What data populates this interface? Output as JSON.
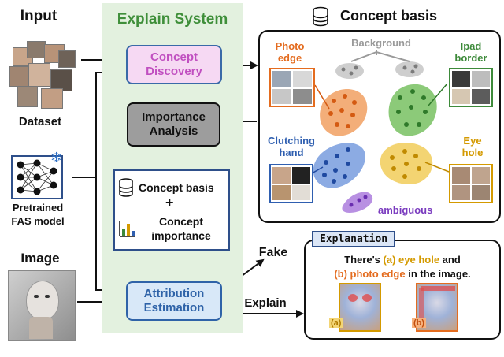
{
  "left": {
    "input_label": "Input",
    "dataset_label": "Dataset",
    "model_label_line1": "Pretrained",
    "model_label_line2": "FAS model",
    "image_label": "Image",
    "snowflake_glyph": "❄"
  },
  "system": {
    "title": "Explain System",
    "concept_discovery": "Concept\nDiscovery",
    "importance_analysis": "Importance\nAnalysis",
    "concept_basis_item": "Concept basis",
    "plus": "+",
    "concept_importance": "Concept\nimportance",
    "attribution_estimation": "Attribution\nEstimation"
  },
  "basis": {
    "title": "Concept basis",
    "photo_edge": "Photo\nedge",
    "background": "Background",
    "ipad_border": "Ipad\nborder",
    "clutching_hand": "Clutching\nhand",
    "eye_hole": "Eye\nhole",
    "ambiguous": "ambiguous"
  },
  "output": {
    "fake": "Fake",
    "explain": "Explain",
    "explanation_title": "Explanation",
    "sentence_prefix": "There's ",
    "sentence_a": "(a) eye hole",
    "sentence_mid": " and",
    "sentence_b": "(b) photo edge",
    "sentence_suffix": " in the image.",
    "tag_a": "(a)",
    "tag_b": "(b)"
  },
  "colors": {
    "system_bg": "#e3f1df",
    "system_title": "#3f8f3a",
    "discovery_fill": "#f6d9f3",
    "discovery_text": "#c04fc0",
    "importance_fill": "#9d9d9d",
    "attribution_fill": "#d8e8f8",
    "attribution_text": "#2f63a8",
    "photo_edge": "#e46c1f",
    "background_cluster": "#9a9a9a",
    "ipad": "#3d8a3a",
    "hand": "#2f5fb0",
    "eye": "#d49a00",
    "ambiguous": "#7a3bbf"
  }
}
